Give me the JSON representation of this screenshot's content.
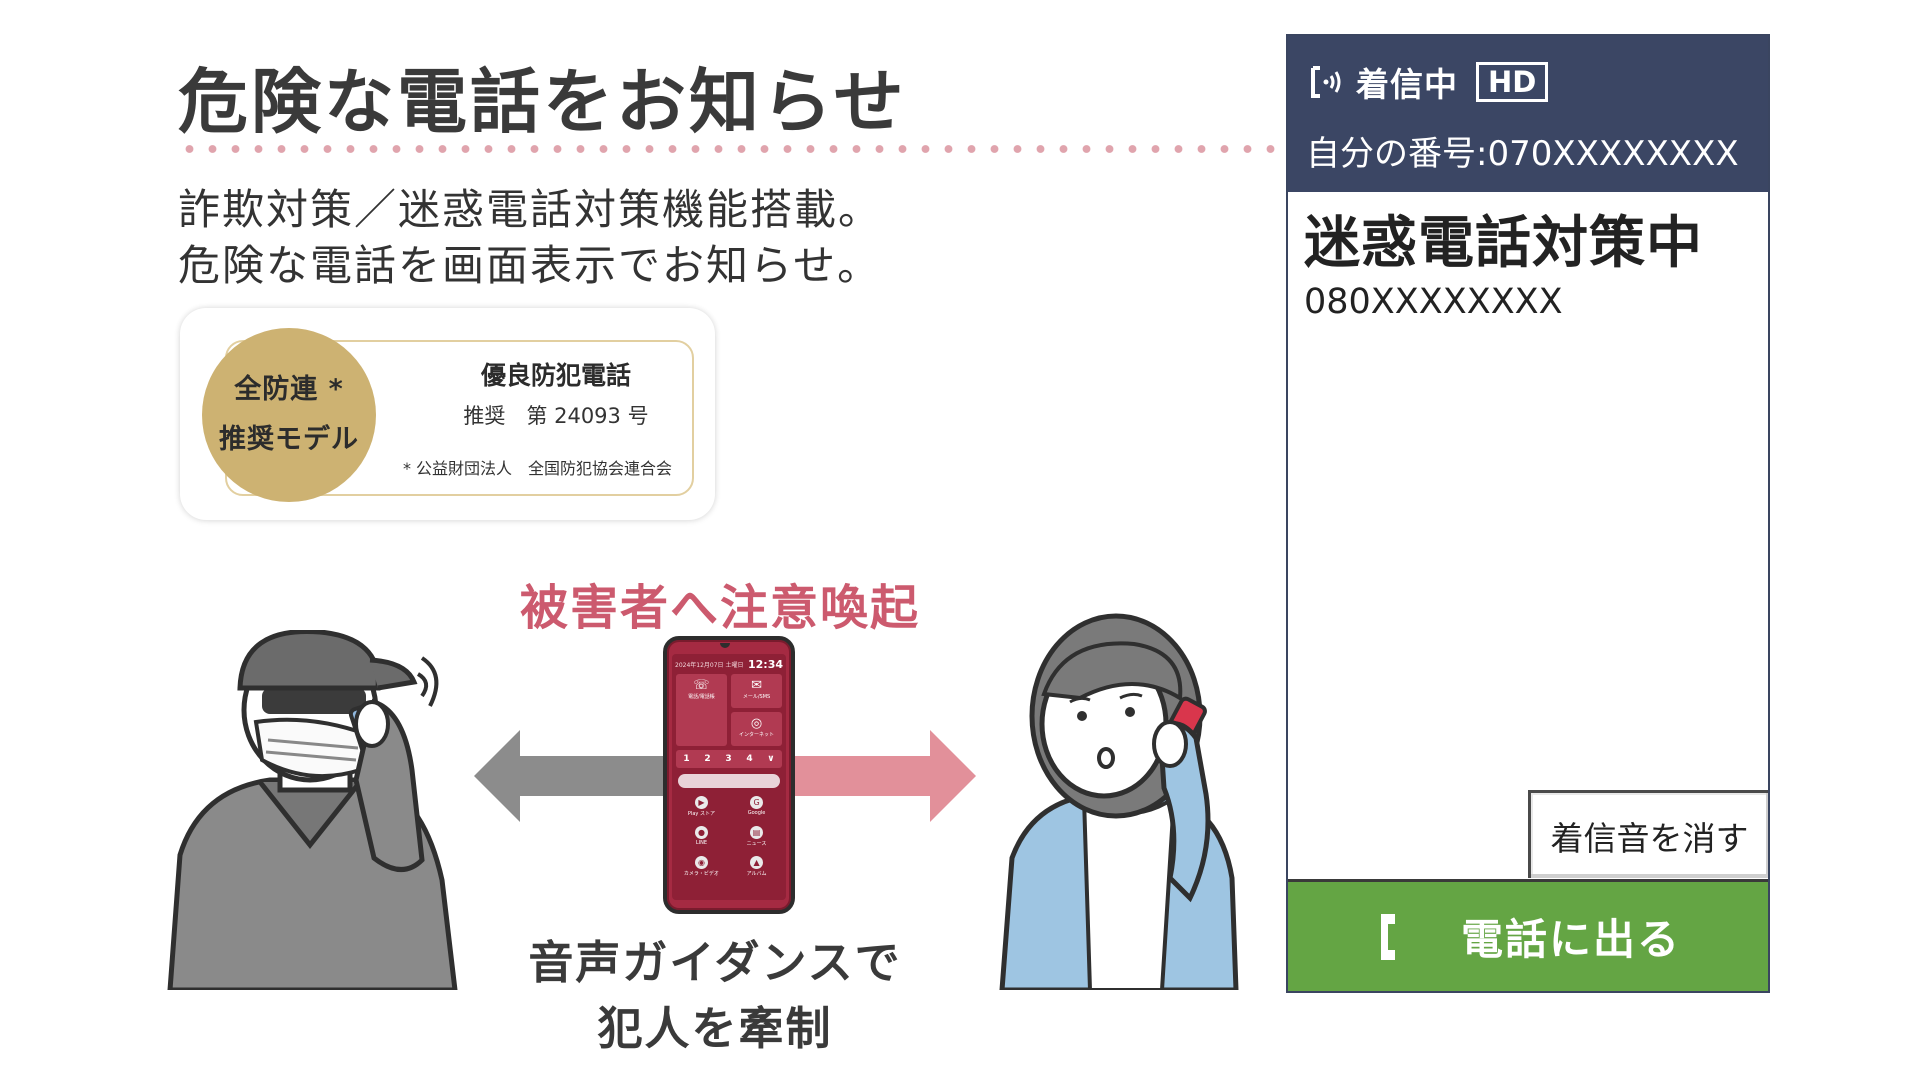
{
  "headline": "危険な電話をお知らせ",
  "description": [
    "詐欺対策／迷惑電話対策機能搭載。",
    "危険な電話を画面表示でお知らせ。"
  ],
  "certification": {
    "badge_line1": "全防連 *",
    "badge_line2": "推奨モデル",
    "title": "優良防犯電話",
    "number": "推奨　第 24093 号",
    "organization": "* 公益財団法人　全国防犯協会連合会",
    "badge_color": "#cdb272",
    "border_color": "#e2cfa0"
  },
  "illustration": {
    "alert_label": "被害者へ注意喚起",
    "guidance_line1": "音声ガイダンスで",
    "guidance_line2": "犯人を牽制",
    "alert_color": "#cc5a6e",
    "phone": {
      "date": "2024年12月07日 土曜日",
      "time": "12:34",
      "tiles": [
        "電話/電話帳",
        "メール/SMS",
        "インターネット"
      ],
      "dial_keys": [
        "1",
        "2",
        "3",
        "4",
        "∨"
      ],
      "apps": [
        "Play ストア",
        "Google",
        "LINE",
        "ニュース",
        "カメラ・ビデオ",
        "アルバム"
      ]
    }
  },
  "call_screen": {
    "status": "着信中",
    "hd": "HD",
    "my_number": "自分の番号:070XXXXXXXX",
    "block_label": "迷惑電話対策中",
    "caller_number": "080XXXXXXXX",
    "mute_button": "着信音を消す",
    "answer_button": "電話に出る",
    "header_color": "#3b4664",
    "answer_color": "#64a544",
    "icons": [
      "signal-icon",
      "handset-icon"
    ]
  }
}
